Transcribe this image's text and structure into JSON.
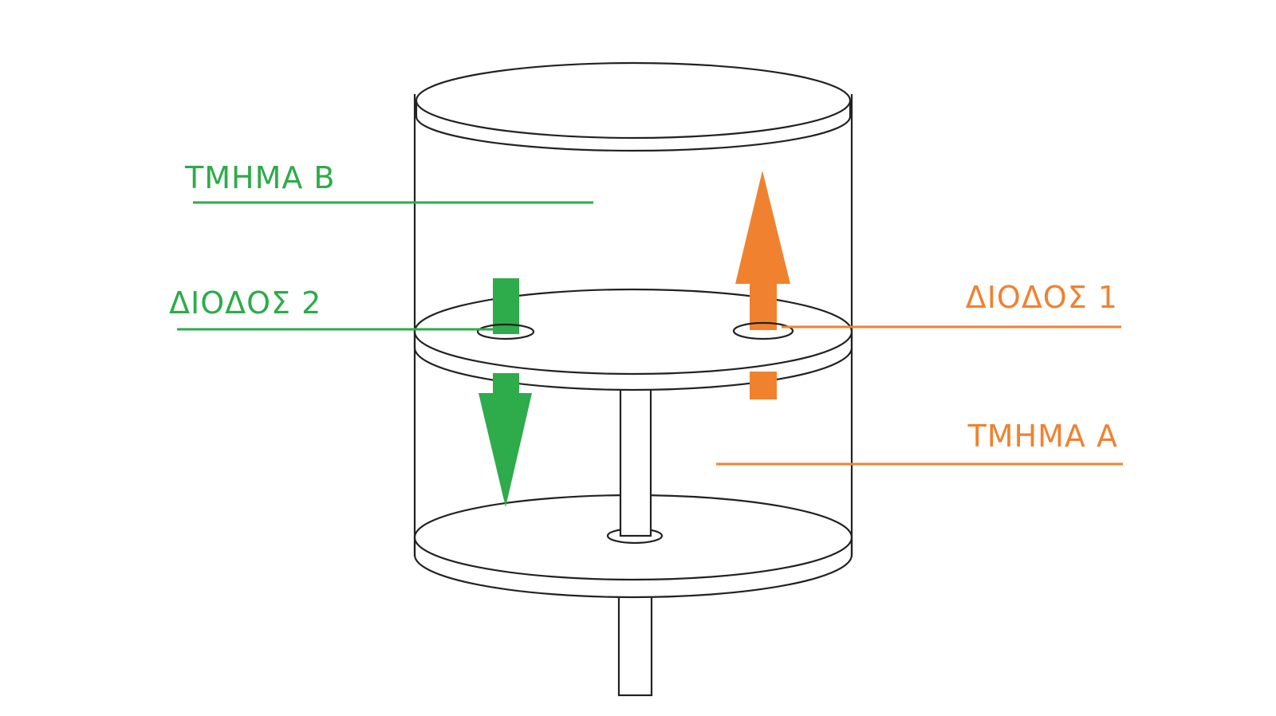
{
  "colors": {
    "green": "#2eab4a",
    "orange": "#f0822f",
    "outline": "#222222",
    "background": "#ffffff"
  },
  "labels": {
    "section_b": "ΤΜΗΜΑ Β",
    "section_a": "ΤΜΗΜΑ Α",
    "diode_2": "ΔΙΟΔΟΣ 2",
    "diode_1": "ΔΙΟΔΟΣ 1"
  }
}
